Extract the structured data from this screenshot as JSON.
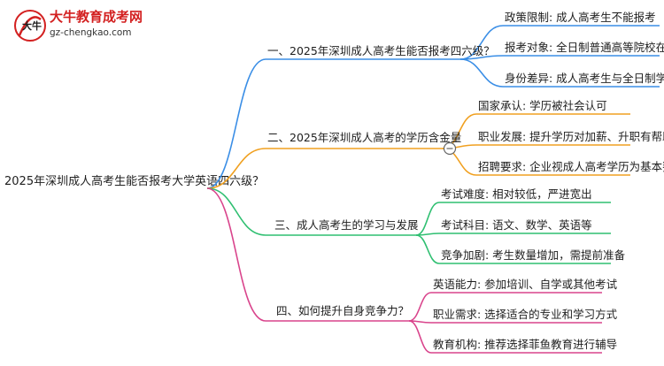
{
  "logo": {
    "title": "大牛教育成考网",
    "url": "gz-chengkao.com",
    "mark_text": "大牛"
  },
  "root": {
    "label": "2025年深圳成人高考生能否报考大学英语四六级？"
  },
  "colors": {
    "blue": "#3a8ee6",
    "orange": "#f0a020",
    "green": "#2fbf71",
    "pink": "#d9448c"
  },
  "branches": [
    {
      "label": "一、2025年深圳成人高考生能否报考四六级？",
      "color": "blue",
      "children": [
        "政策限制: 成人高考生不能报考",
        "报考对象: 全日制普通高等院校在校生",
        "身份差异: 成人高考生与全日制学生不同"
      ]
    },
    {
      "label": "二、2025年深圳成人高考的学历含金量",
      "color": "orange",
      "collapsed_toggle": true,
      "children": [
        "国家承认: 学历被社会认可",
        "职业发展: 提升学历对加薪、升职有帮助",
        "招聘要求: 企业视成人高考学历为基本要求"
      ]
    },
    {
      "label": "三、成人高考生的学习与发展",
      "color": "green",
      "children": [
        "考试难度: 相对较低，严进宽出",
        "考试科目: 语文、数学、英语等",
        "竞争加剧: 考生数量增加，需提前准备"
      ]
    },
    {
      "label": "四、如何提升自身竞争力？",
      "color": "pink",
      "children": [
        "英语能力: 参加培训、自学或其他考试",
        "职业需求: 选择适合的专业和学习方式",
        "教育机构: 推荐选择菲鱼教育进行辅导"
      ]
    }
  ]
}
